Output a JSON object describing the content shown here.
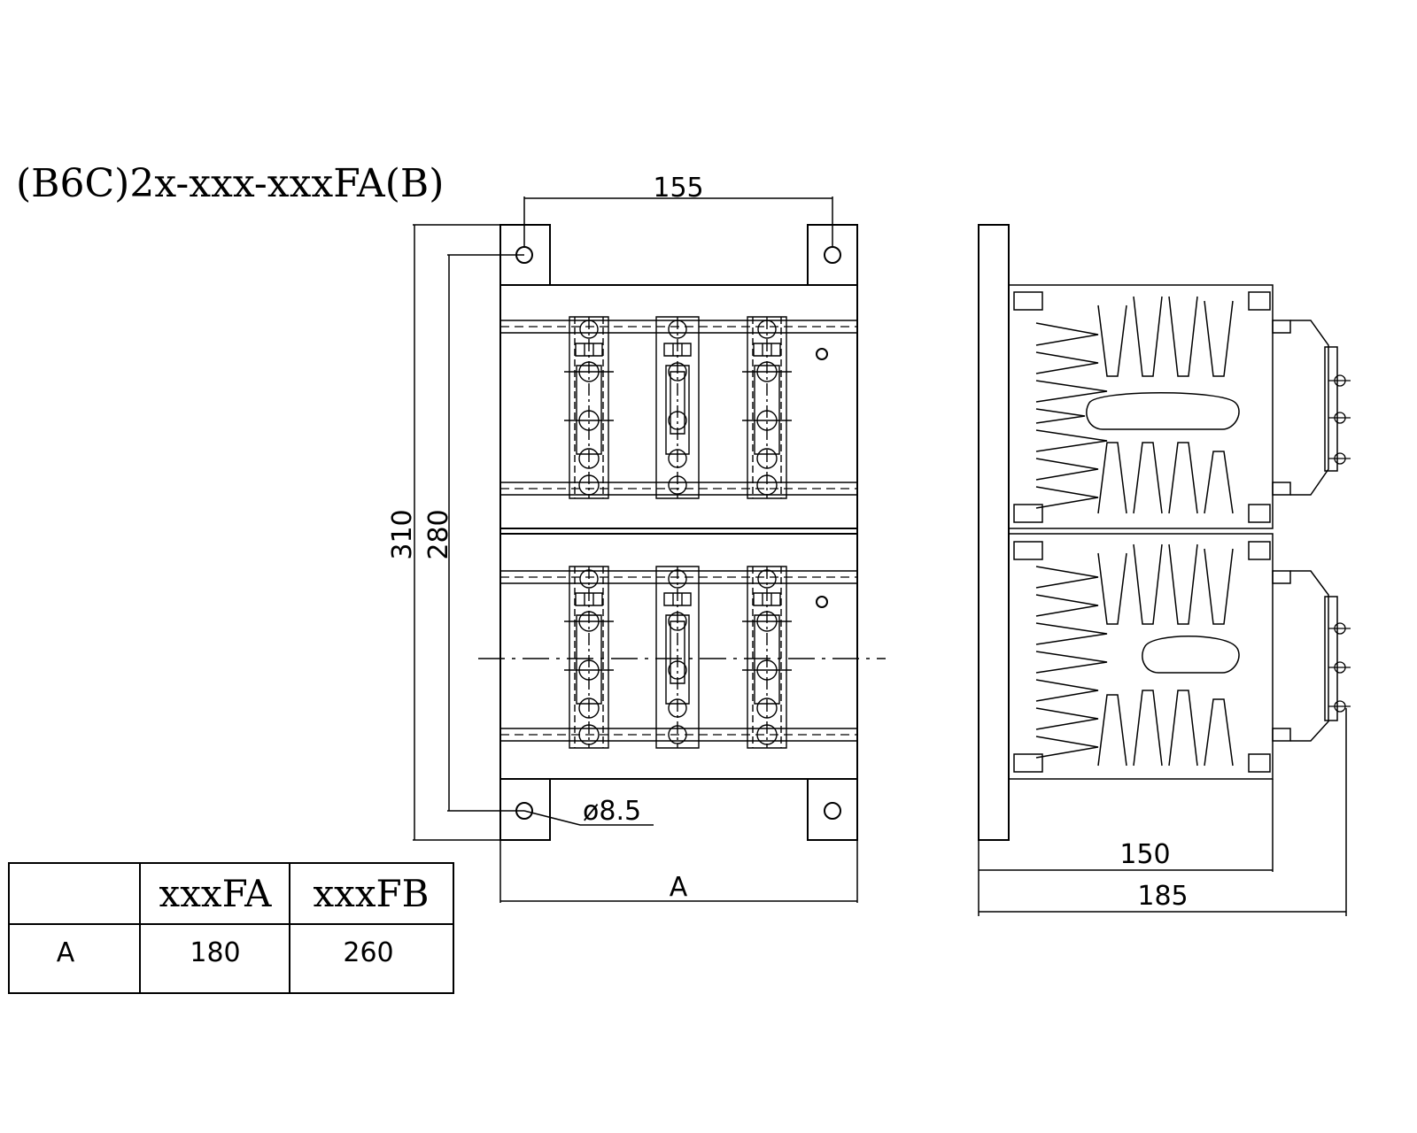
{
  "drawing": {
    "title": "(B6C)2x-xxx-xxxFA(B)",
    "colors": {
      "line": "#000000",
      "background": "#ffffff"
    }
  },
  "dimensions": {
    "hole_spacing": "155",
    "overall_height": "310",
    "hole_height": "280",
    "hole_diameter": "ø8.5",
    "width_label": "A",
    "heatsink_depth": "150",
    "overall_depth": "185"
  },
  "table": {
    "headers": [
      "",
      "xxxFA",
      "xxxFB"
    ],
    "rows": [
      {
        "label": "A",
        "values": [
          "180",
          "260"
        ]
      }
    ]
  }
}
